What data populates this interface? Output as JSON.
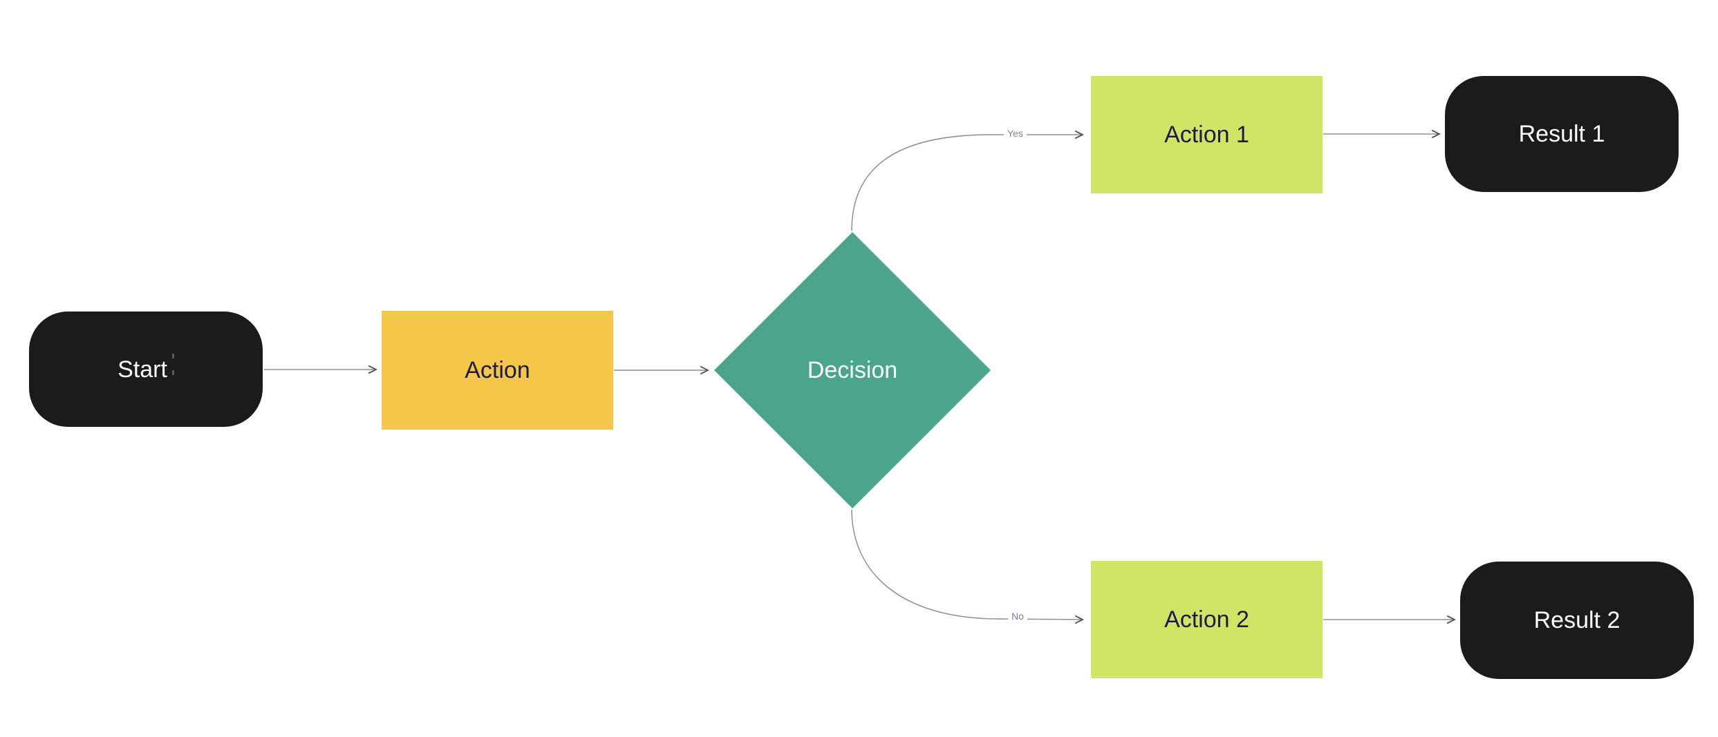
{
  "diagram": {
    "type": "flowchart",
    "background_color": "#ffffff",
    "edge_color": "#8f8f8f",
    "edge_label_color": "#7d7da0",
    "nodes": [
      {
        "id": "start",
        "label": "Start",
        "shape": "rounded-rectangle",
        "fill": "#1b1b1b",
        "text_color": "#ffffff"
      },
      {
        "id": "action",
        "label": "Action",
        "shape": "rectangle",
        "fill": "#f4c64a",
        "text_color": "#1c1c45"
      },
      {
        "id": "decision",
        "label": "Decision",
        "shape": "diamond",
        "fill": "#4ba58b",
        "text_color": "#ffffff"
      },
      {
        "id": "action1",
        "label": "Action 1",
        "shape": "rectangle",
        "fill": "#d2e465",
        "text_color": "#1c1c45"
      },
      {
        "id": "result1",
        "label": "Result 1",
        "shape": "rounded-rectangle",
        "fill": "#1b1b1b",
        "text_color": "#ffffff"
      },
      {
        "id": "action2",
        "label": "Action 2",
        "shape": "rectangle",
        "fill": "#d2e465",
        "text_color": "#1c1c45"
      },
      {
        "id": "result2",
        "label": "Result 2",
        "shape": "rounded-rectangle",
        "fill": "#1b1b1b",
        "text_color": "#ffffff"
      }
    ],
    "edges": [
      {
        "from": "start",
        "to": "action",
        "label": ""
      },
      {
        "from": "action",
        "to": "decision",
        "label": ""
      },
      {
        "from": "decision",
        "to": "action1",
        "label": "Yes"
      },
      {
        "from": "decision",
        "to": "action2",
        "label": "No"
      },
      {
        "from": "action1",
        "to": "result1",
        "label": ""
      },
      {
        "from": "action2",
        "to": "result2",
        "label": ""
      }
    ]
  }
}
